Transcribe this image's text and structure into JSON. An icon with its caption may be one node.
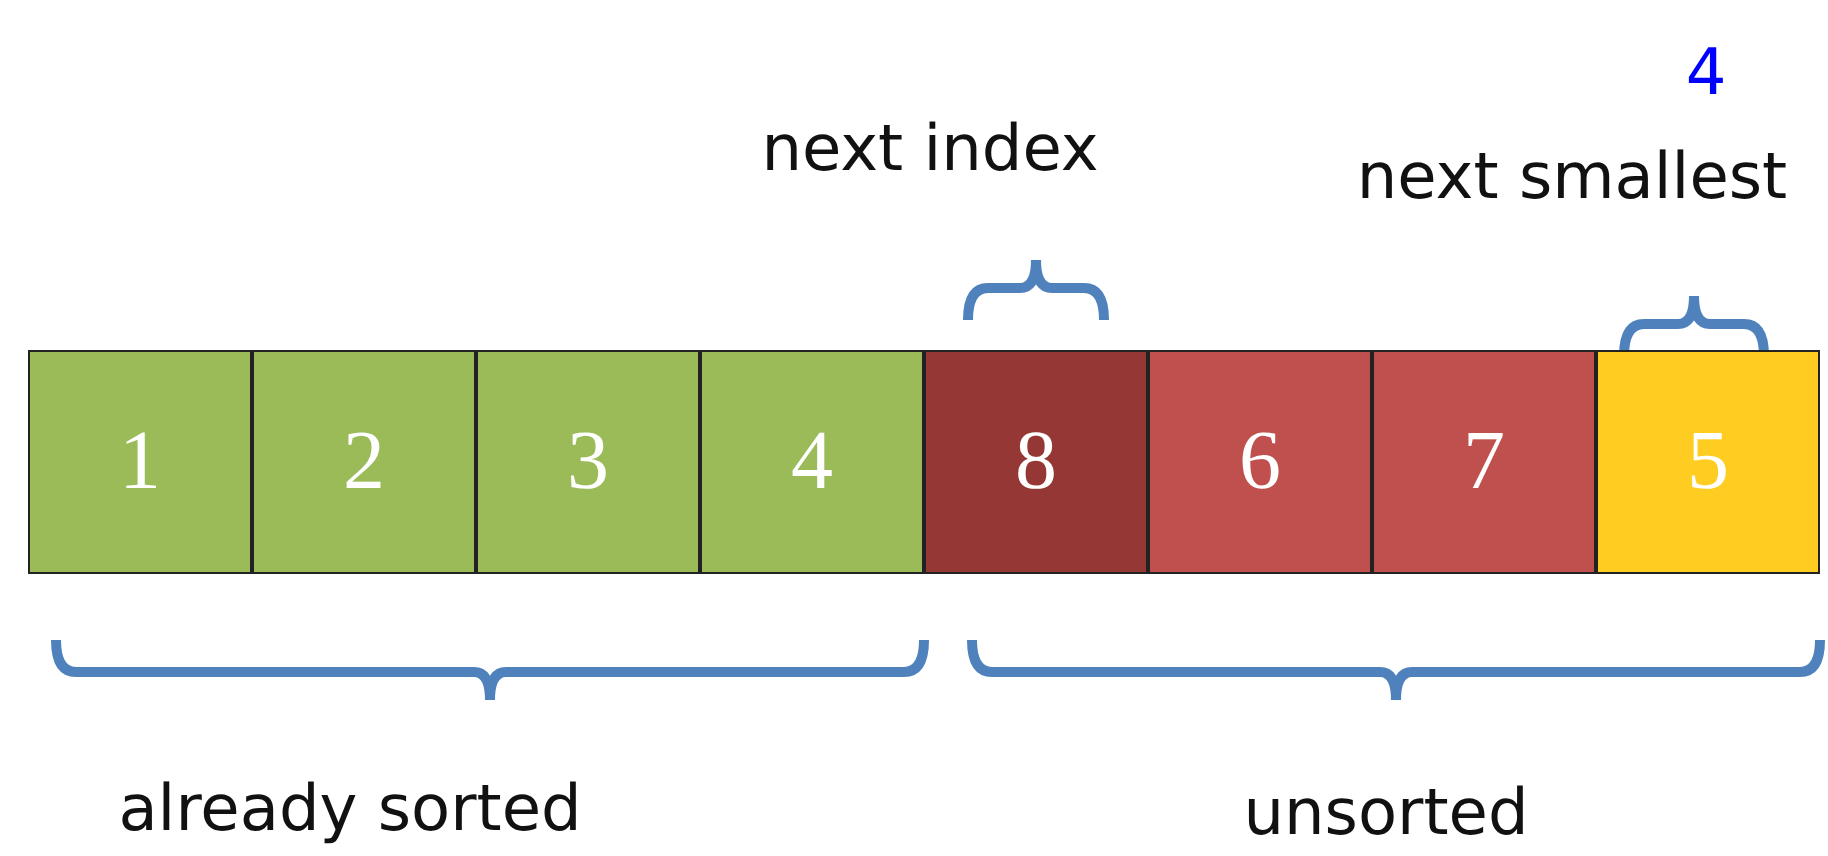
{
  "diagram": {
    "nodes": [
      {
        "text": [
          "1"
        ]
      },
      {
        "text": [
          "2"
        ]
      },
      {
        "text": [
          "3"
        ]
      },
      {
        "text": [
          "4"
        ]
      },
      {
        "text": [
          "8"
        ]
      },
      {
        "text": [
          "6"
        ]
      },
      {
        "text": [
          "7"
        ]
      },
      {
        "text": [
          "5"
        ]
      }
    ],
    "labels": [
      "4",
      "next index",
      "next smallest",
      "already sorted",
      "unsorted"
    ]
  }
}
